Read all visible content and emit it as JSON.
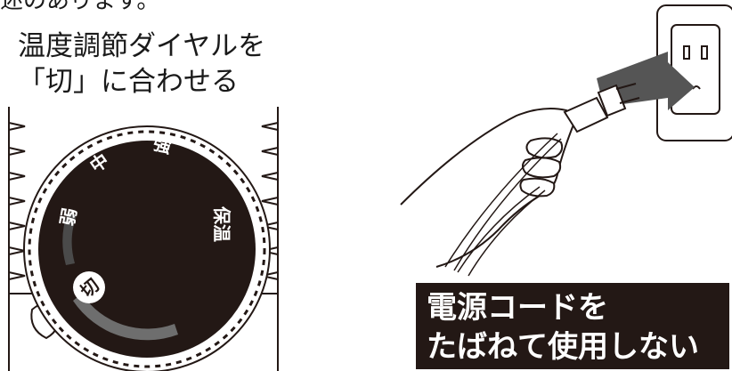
{
  "top_fragment": "述のあります。",
  "instruction": {
    "line1": "温度調節ダイヤルを",
    "line2": "「切」に合わせる"
  },
  "dial": {
    "labels": {
      "off": "切",
      "weak": "弱",
      "medium": "中",
      "strong": "強",
      "keep_warm": "保温"
    }
  },
  "warning": {
    "line1": "電源コードを",
    "line2": "たばねて使用しない"
  },
  "colors": {
    "ink": "#231815",
    "warning_bg": "#231815",
    "warning_text": "#ffffff",
    "arrow": "#555555"
  }
}
